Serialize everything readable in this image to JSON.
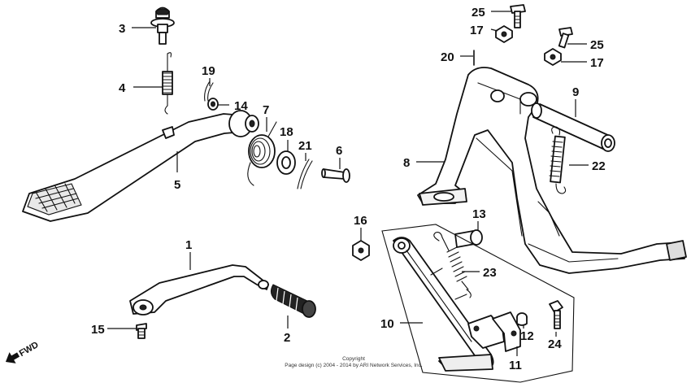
{
  "diagram": {
    "fwd_label": "FWD",
    "copyright_line1": "Copyright",
    "copyright_line2": "Page design (c) 2004 - 2014 by ARI Network Services, Inc.",
    "labels": {
      "p1": "1",
      "p2": "2",
      "p3": "3",
      "p4": "4",
      "p5": "5",
      "p6": "6",
      "p7": "7",
      "p8": "8",
      "p9": "9",
      "p10": "10",
      "p11": "11",
      "p12": "12",
      "p13": "13",
      "p14": "14",
      "p15": "15",
      "p16": "16",
      "p17a": "17",
      "p17b": "17",
      "p18": "18",
      "p19": "19",
      "p20": "20",
      "p21": "21",
      "p22": "22",
      "p23": "23",
      "p24": "24",
      "p25a": "25",
      "p25b": "25"
    }
  }
}
